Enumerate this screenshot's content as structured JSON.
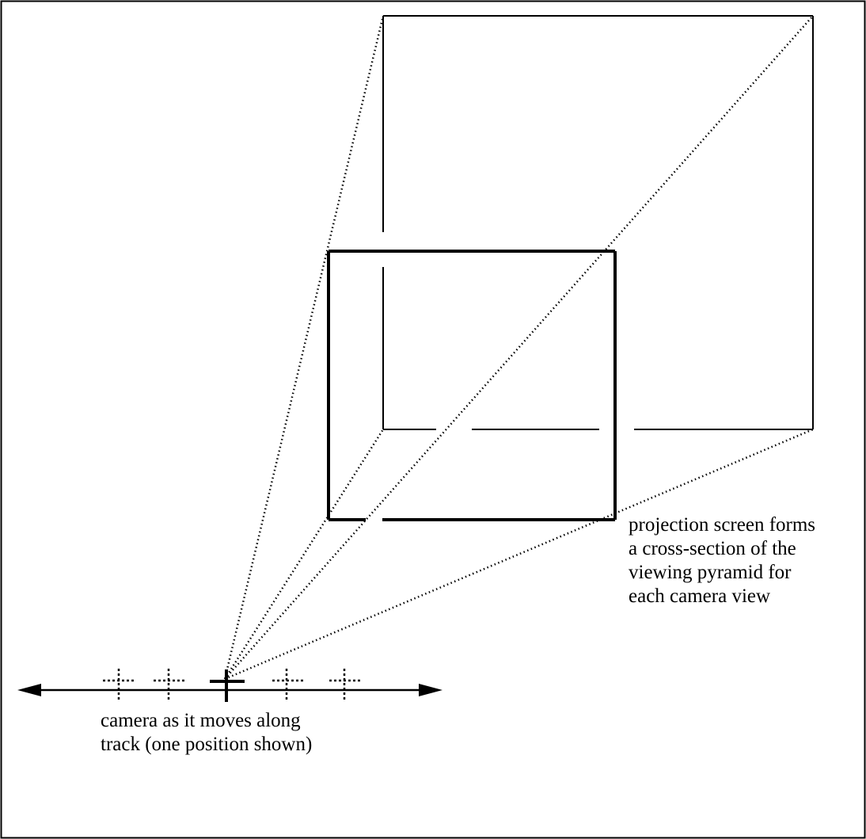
{
  "captions": {
    "projection_screen": [
      "projection screen forms",
      "a cross-section of the",
      "viewing pyramid for",
      "each camera view"
    ],
    "camera_track": [
      "camera as it moves along",
      "track (one position shown)"
    ]
  },
  "colors": {
    "ink": "#000000",
    "background": "#ffffff"
  }
}
